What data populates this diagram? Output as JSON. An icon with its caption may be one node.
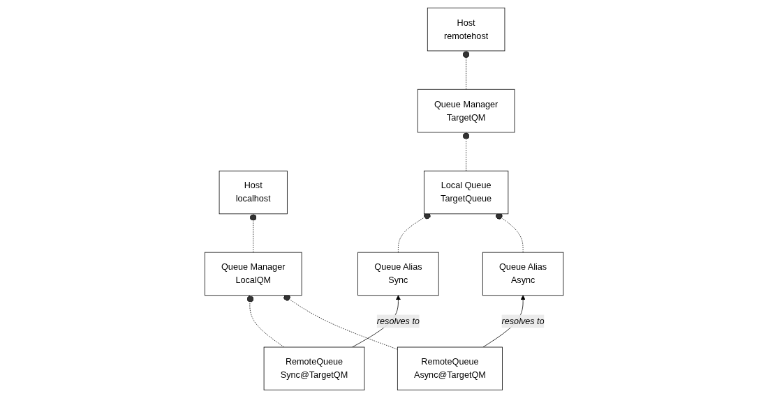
{
  "diagram": {
    "nodes": [
      {
        "text": [
          "Host",
          "localhost"
        ]
      },
      {
        "text": [
          "Host",
          "remotehost"
        ]
      },
      {
        "text": [
          "Queue Manager",
          "LocalQM"
        ]
      },
      {
        "text": [
          "Queue Manager",
          "TargetQM"
        ]
      },
      {
        "text": [
          "Local Queue",
          "TargetQueue"
        ]
      },
      {
        "text": [
          "RemoteQueue",
          "Sync@TargetQM"
        ]
      },
      {
        "text": [
          "Queue Alias",
          "Sync"
        ]
      },
      {
        "text": [
          "RemoteQueue",
          "Async@TargetQM"
        ]
      },
      {
        "text": [
          "Queue Alias",
          "Async"
        ]
      }
    ],
    "edges": [
      {
        "from": 2,
        "to": 0,
        "arrow": "other",
        "style": "dashed"
      },
      {
        "from": 3,
        "to": 1,
        "arrow": "other",
        "style": "dashed"
      },
      {
        "from": 5,
        "to": 2,
        "arrow": "other",
        "style": "dashed"
      },
      {
        "from": 7,
        "to": 2,
        "arrow": "other",
        "style": "dashed"
      },
      {
        "from": 4,
        "to": 3,
        "arrow": "other",
        "style": "dashed"
      },
      {
        "from": 6,
        "to": 4,
        "arrow": "other",
        "style": "dashed"
      },
      {
        "from": 8,
        "to": 4,
        "arrow": "other",
        "style": "dashed"
      },
      {
        "from": 5,
        "to": 6,
        "arrow": "to",
        "label": "resolves to"
      },
      {
        "from": 7,
        "to": 8,
        "arrow": "to",
        "label": "resolves to"
      }
    ]
  }
}
